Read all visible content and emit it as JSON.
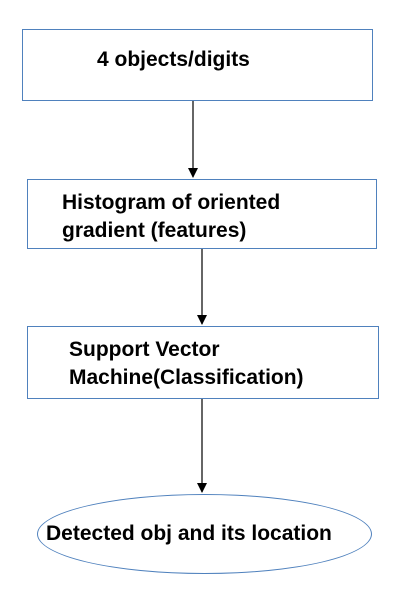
{
  "diagram": {
    "nodes": [
      {
        "id": "objects",
        "shape": "rectangle",
        "label": "4 objects/digits"
      },
      {
        "id": "hog",
        "shape": "rectangle",
        "label": "Histogram of oriented\ngradient (features)"
      },
      {
        "id": "svm",
        "shape": "rectangle",
        "label": "Support Vector\nMachine(Classification)"
      },
      {
        "id": "detected",
        "shape": "ellipse",
        "label": "Detected obj and its location"
      }
    ],
    "edges": [
      {
        "from": "objects",
        "to": "hog"
      },
      {
        "from": "hog",
        "to": "svm"
      },
      {
        "from": "svm",
        "to": "detected"
      }
    ],
    "colors": {
      "border": "#4f81bd",
      "arrow": "#000000",
      "text": "#000000",
      "background": "#ffffff"
    }
  }
}
